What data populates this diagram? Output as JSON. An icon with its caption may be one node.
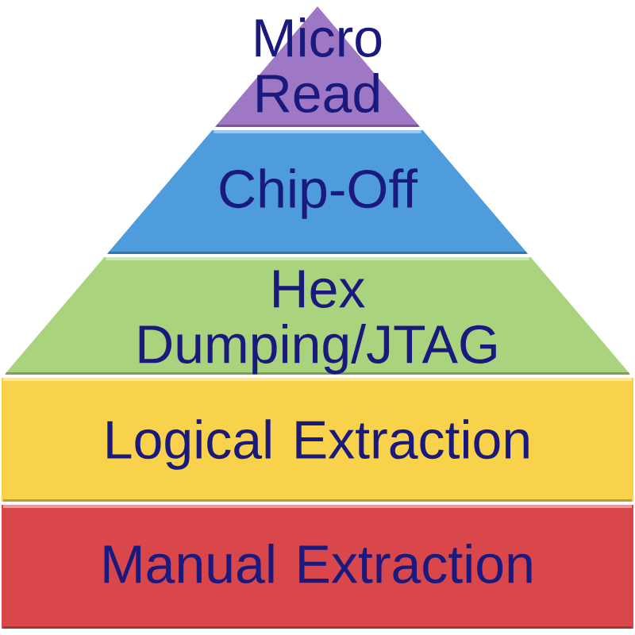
{
  "diagram": {
    "nodes": [
      {
        "text": [
          "Micro Read"
        ]
      },
      {
        "text": [
          "Chip-Off"
        ]
      },
      {
        "text": [
          "Hex Dumping/JTAG"
        ]
      },
      {
        "text": [
          "Logical Extraction"
        ]
      },
      {
        "text": [
          "Manual Extraction"
        ]
      }
    ],
    "edges": []
  }
}
